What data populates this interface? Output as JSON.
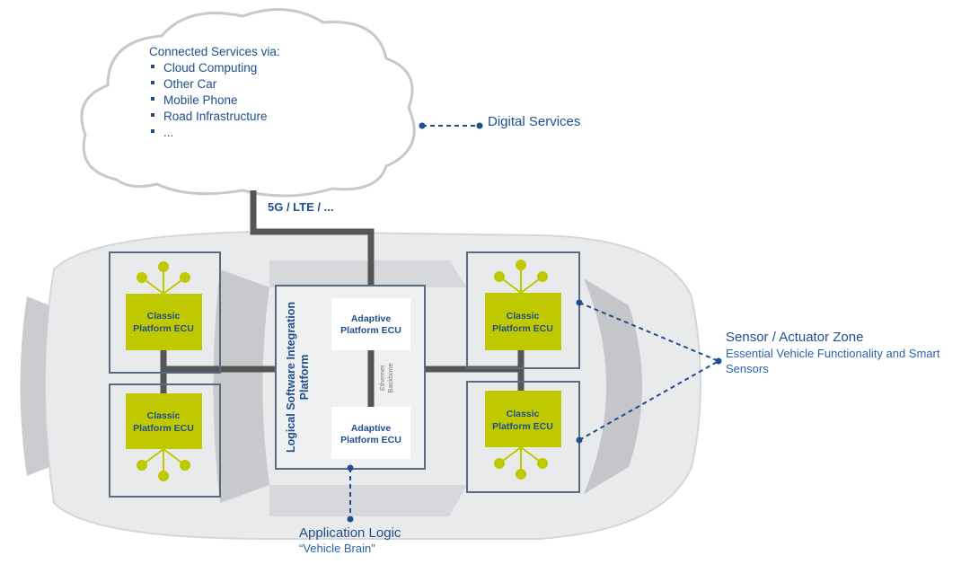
{
  "cloud": {
    "heading": "Connected Services via:",
    "items": [
      "Cloud Computing",
      "Other Car",
      "Mobile Phone",
      "Road Infrastructure",
      "..."
    ]
  },
  "digital_services": "Digital Services",
  "link_label": "5G / LTE / ...",
  "classic_ecu": {
    "line1": "Classic",
    "line2": "Platform ECU"
  },
  "adaptive_ecu": {
    "line1": "Adaptive",
    "line2": "Platform ECU"
  },
  "lsip": {
    "line1": "Logical Software Integration",
    "line2": "Platform"
  },
  "ethernet": {
    "line1": "Ethernet",
    "line2": "Backbone"
  },
  "sensor_zone": {
    "title": "Sensor / Actuator Zone",
    "desc1": "Essential Vehicle Functionality  and Smart",
    "desc2": "Sensors"
  },
  "app_logic": {
    "title": "Application Logic",
    "subtitle": "“Vehicle Brain”"
  },
  "colors": {
    "navy": "#1f4e8c",
    "ecu_green": "#c0c800",
    "zone_border": "#5a6a80",
    "connector": "#555555"
  }
}
